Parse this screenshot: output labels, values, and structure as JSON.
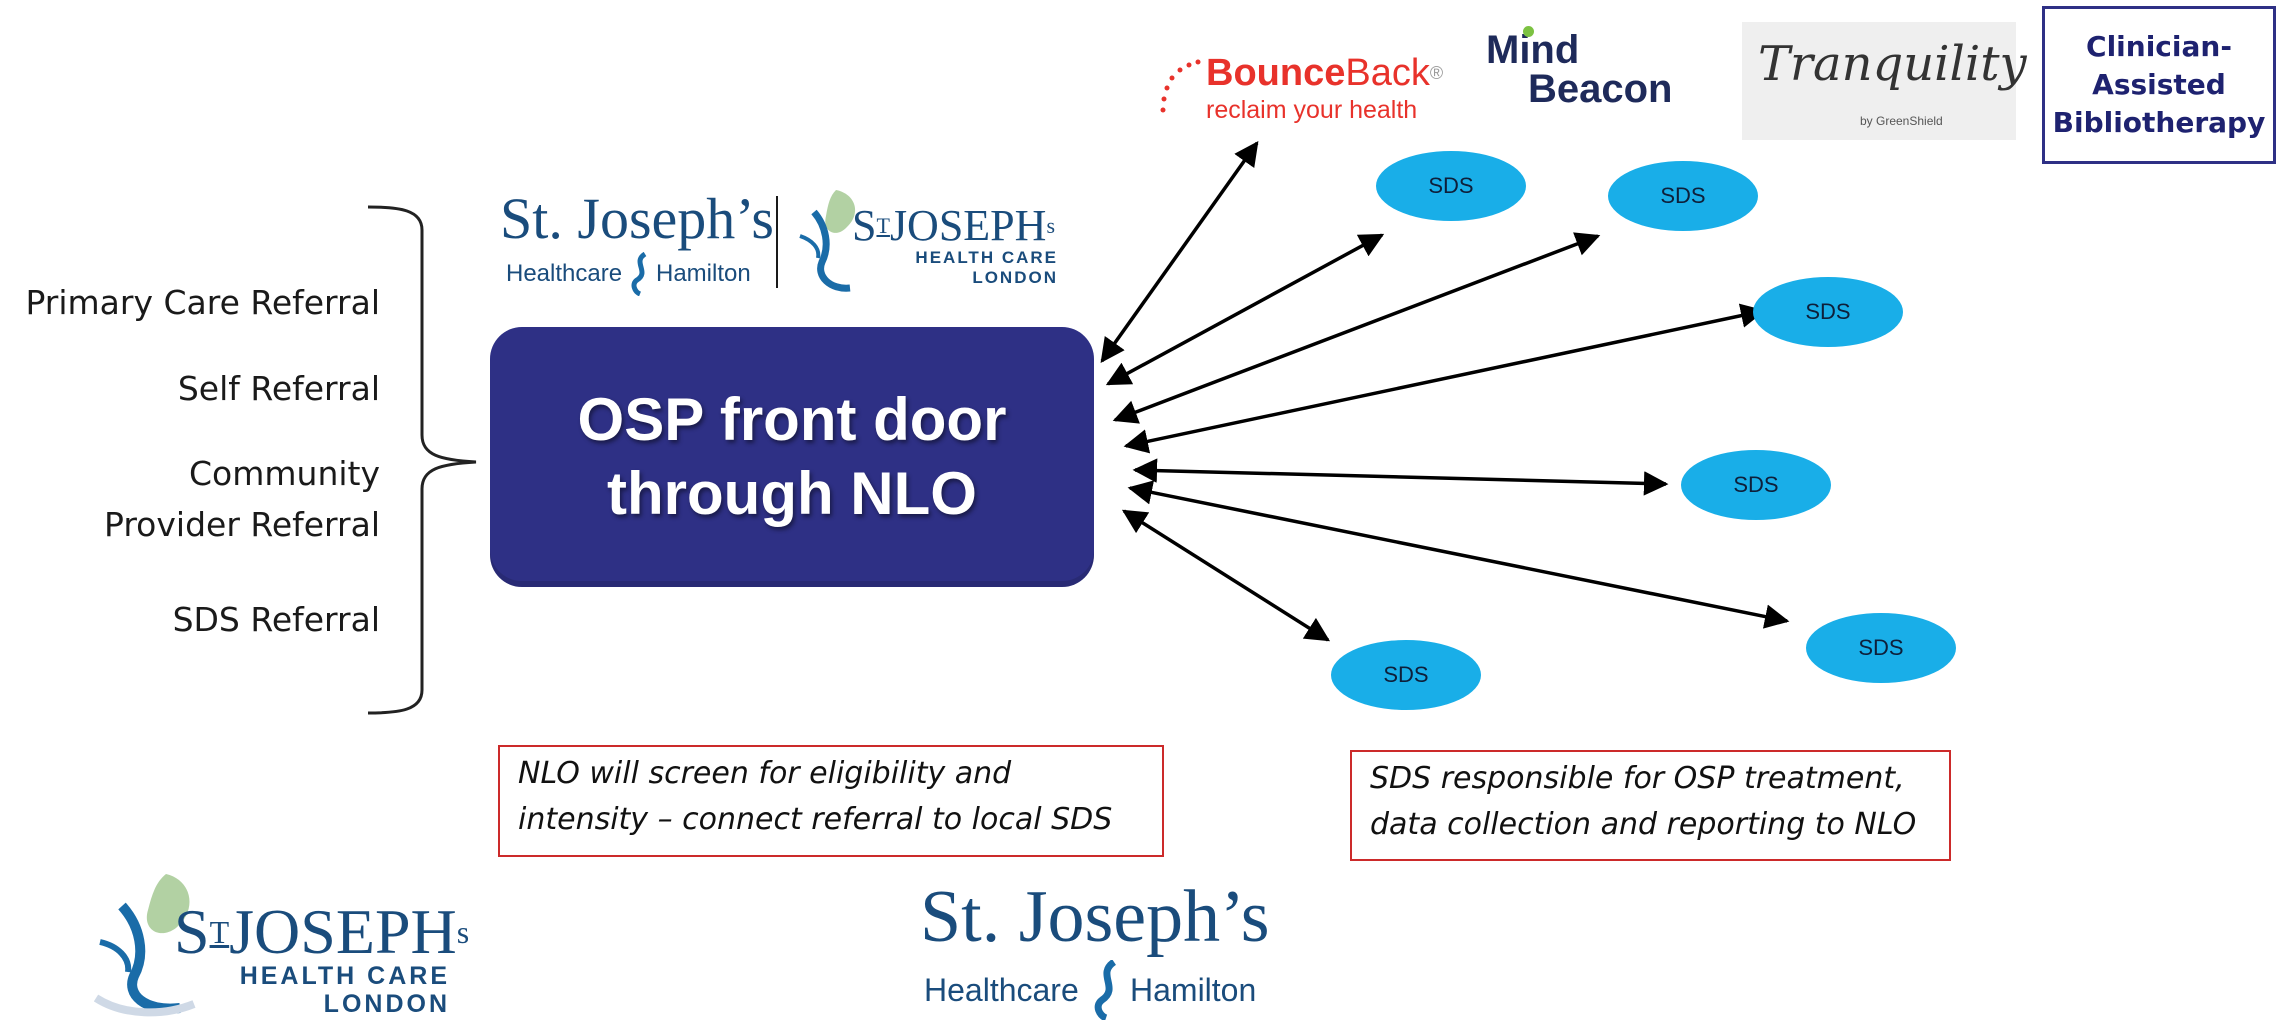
{
  "referrals": {
    "primary_care": "Primary Care Referral",
    "self": "Self Referral",
    "community_line1": "Community",
    "community_line2": "Provider Referral",
    "sds": "SDS Referral"
  },
  "front_door": {
    "label": "OSP front door\nthrough NLO",
    "color": "#2e3085"
  },
  "sds_node_label": "SDS",
  "sds_nodes": [
    "SDS",
    "SDS",
    "SDS",
    "SDS",
    "SDS",
    "SDS"
  ],
  "notes": {
    "nlo_line1": "NLO will screen for eligibility and",
    "nlo_line2": "intensity – connect referral to local SDS",
    "sds_line1": "SDS responsible for OSP treatment,",
    "sds_line2": "data collection and reporting to NLO"
  },
  "clinician_box": {
    "line1": "Clinician-",
    "line2": "Assisted",
    "line3": "Bibliotherapy"
  },
  "logos": {
    "bounceback_bounce": "Bounce",
    "bounceback_back": "Back",
    "bounceback_reg": "®",
    "bounceback_tagline": "reclaim your health",
    "mindbeacon_line1": "Mind",
    "mindbeacon_line2": "Beacon",
    "tranquility_name": "Tranquility",
    "tranquility_by": "by GreenShield",
    "sjhh_name": "St. Joseph’s",
    "sjhh_healthcare": "Healthcare",
    "sjhh_hamilton": "Hamilton",
    "sjhc_st": "S",
    "sjhc_t": "T",
    "sjhc_joseph": "JOSEPH",
    "sjhc_s": "s",
    "sjhc_health_care": "HEALTH CARE",
    "sjhc_london": "LONDON"
  },
  "colors": {
    "sds_fill": "#19aee8",
    "note_border": "#cc2a2a",
    "bounceback_red": "#e8322b",
    "mindbeacon_navy": "#1e2a5a",
    "mindbeacon_green": "#7cc242",
    "sjh_blue": "#1a4c7c"
  }
}
